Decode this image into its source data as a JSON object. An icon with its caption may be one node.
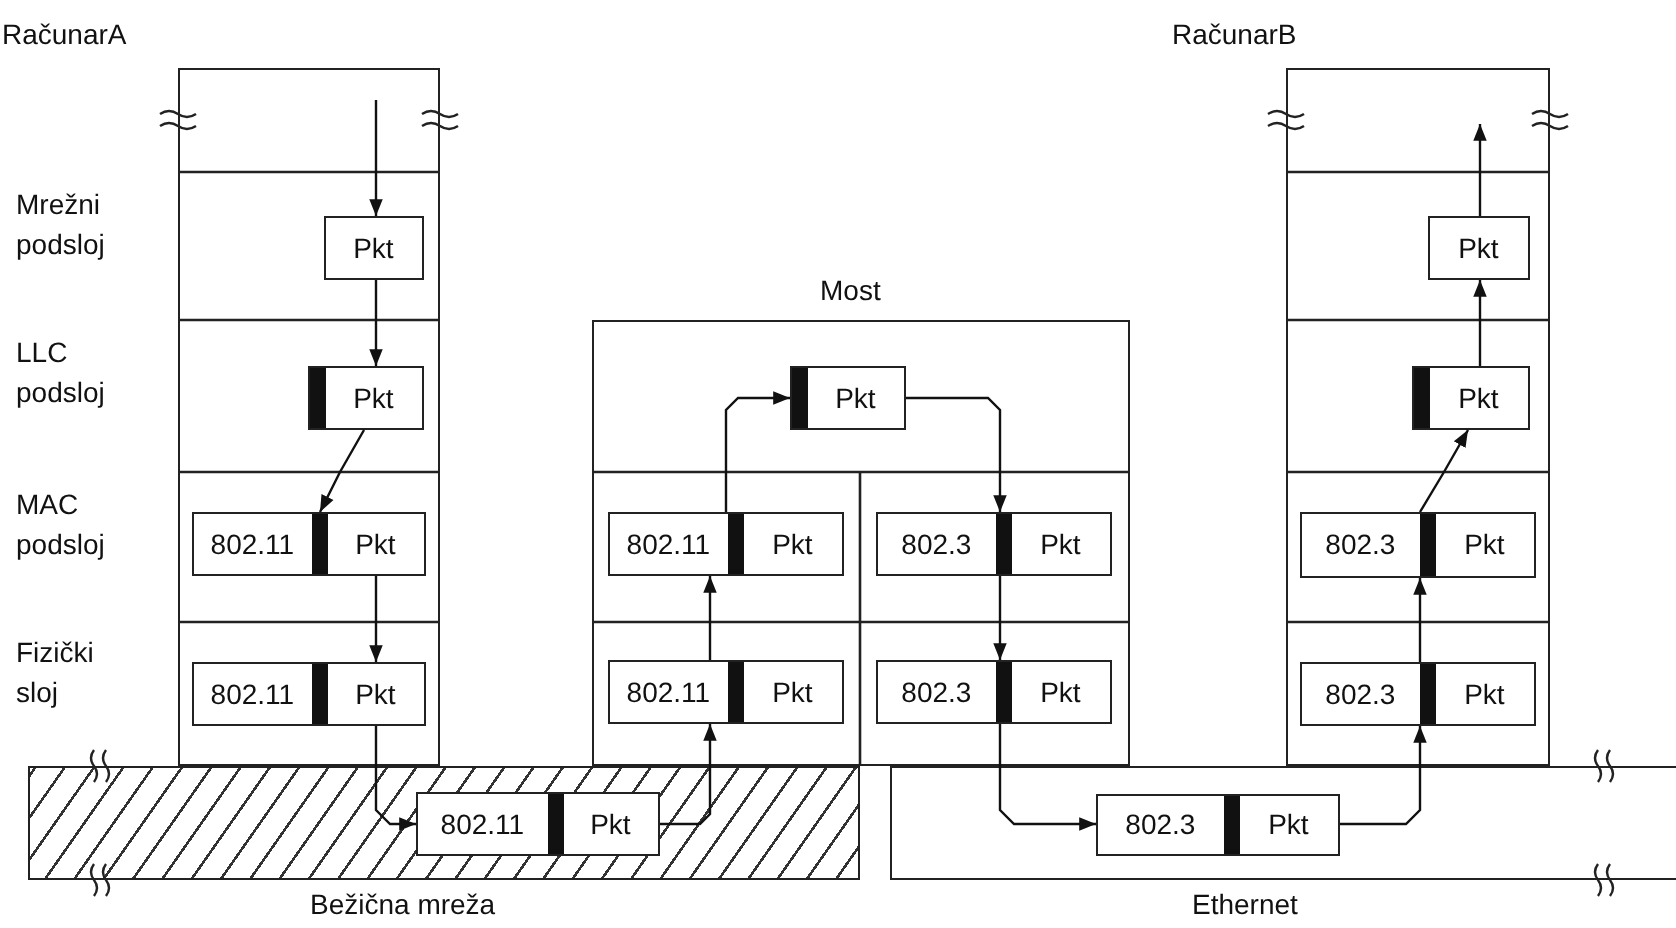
{
  "diagram": {
    "nodes": [
      {
        "text": [
          "RačunarA"
        ]
      },
      {
        "text": [
          "Pkt"
        ],
        "in": 0
      },
      {
        "text": [
          "Pkt"
        ],
        "in": 0
      },
      {
        "text": [
          "802.11",
          "Pkt"
        ],
        "in": 0
      },
      {
        "text": [
          "802.11",
          "Pkt"
        ],
        "in": 0
      },
      {
        "text": [
          "Bežična mreža"
        ]
      },
      {
        "text": [
          "802.11",
          "Pkt"
        ],
        "in": 5
      },
      {
        "text": [
          "Most"
        ]
      },
      {
        "text": [
          "Pkt"
        ],
        "in": 7
      },
      {
        "text": [
          "802.11",
          "Pkt"
        ],
        "in": 7
      },
      {
        "text": [
          "802.3",
          "Pkt"
        ],
        "in": 7
      },
      {
        "text": [
          "802.11",
          "Pkt"
        ],
        "in": 7
      },
      {
        "text": [
          "802.3",
          "Pkt"
        ],
        "in": 7
      },
      {
        "text": [
          "Ethernet"
        ]
      },
      {
        "text": [
          "802.3",
          "Pkt"
        ],
        "in": 13
      },
      {
        "text": [
          "RačunarB"
        ]
      },
      {
        "text": [
          "Pkt"
        ],
        "in": 15
      },
      {
        "text": [
          "Pkt"
        ],
        "in": 15
      },
      {
        "text": [
          "802.3",
          "Pkt"
        ],
        "in": 15
      },
      {
        "text": [
          "802.3",
          "Pkt"
        ],
        "in": 15
      }
    ],
    "edges": [
      {
        "from": null,
        "to": 1,
        "arrow": "to"
      },
      {
        "from": 1,
        "to": 2,
        "arrow": "to"
      },
      {
        "from": 2,
        "to": 3,
        "arrow": "to"
      },
      {
        "from": 3,
        "to": 4,
        "arrow": "to"
      },
      {
        "from": 4,
        "to": 6,
        "arrow": "to"
      },
      {
        "from": 6,
        "to": 11,
        "arrow": "to"
      },
      {
        "from": 11,
        "to": 9,
        "arrow": "to"
      },
      {
        "from": 9,
        "to": 8,
        "arrow": "to"
      },
      {
        "from": 8,
        "to": 10,
        "arrow": "to"
      },
      {
        "from": 10,
        "to": 12,
        "arrow": "to"
      },
      {
        "from": 12,
        "to": 14,
        "arrow": "to"
      },
      {
        "from": 14,
        "to": 19,
        "arrow": "to"
      },
      {
        "from": 19,
        "to": 18,
        "arrow": "to"
      },
      {
        "from": 18,
        "to": 17,
        "arrow": "to"
      },
      {
        "from": 17,
        "to": 16,
        "arrow": "to"
      },
      {
        "from": 16,
        "to": null,
        "arrow": "to"
      }
    ],
    "labels": [
      "Mrežni podsloj",
      "LLC podsloj",
      "MAC podsloj",
      "Fizički sloj"
    ]
  }
}
